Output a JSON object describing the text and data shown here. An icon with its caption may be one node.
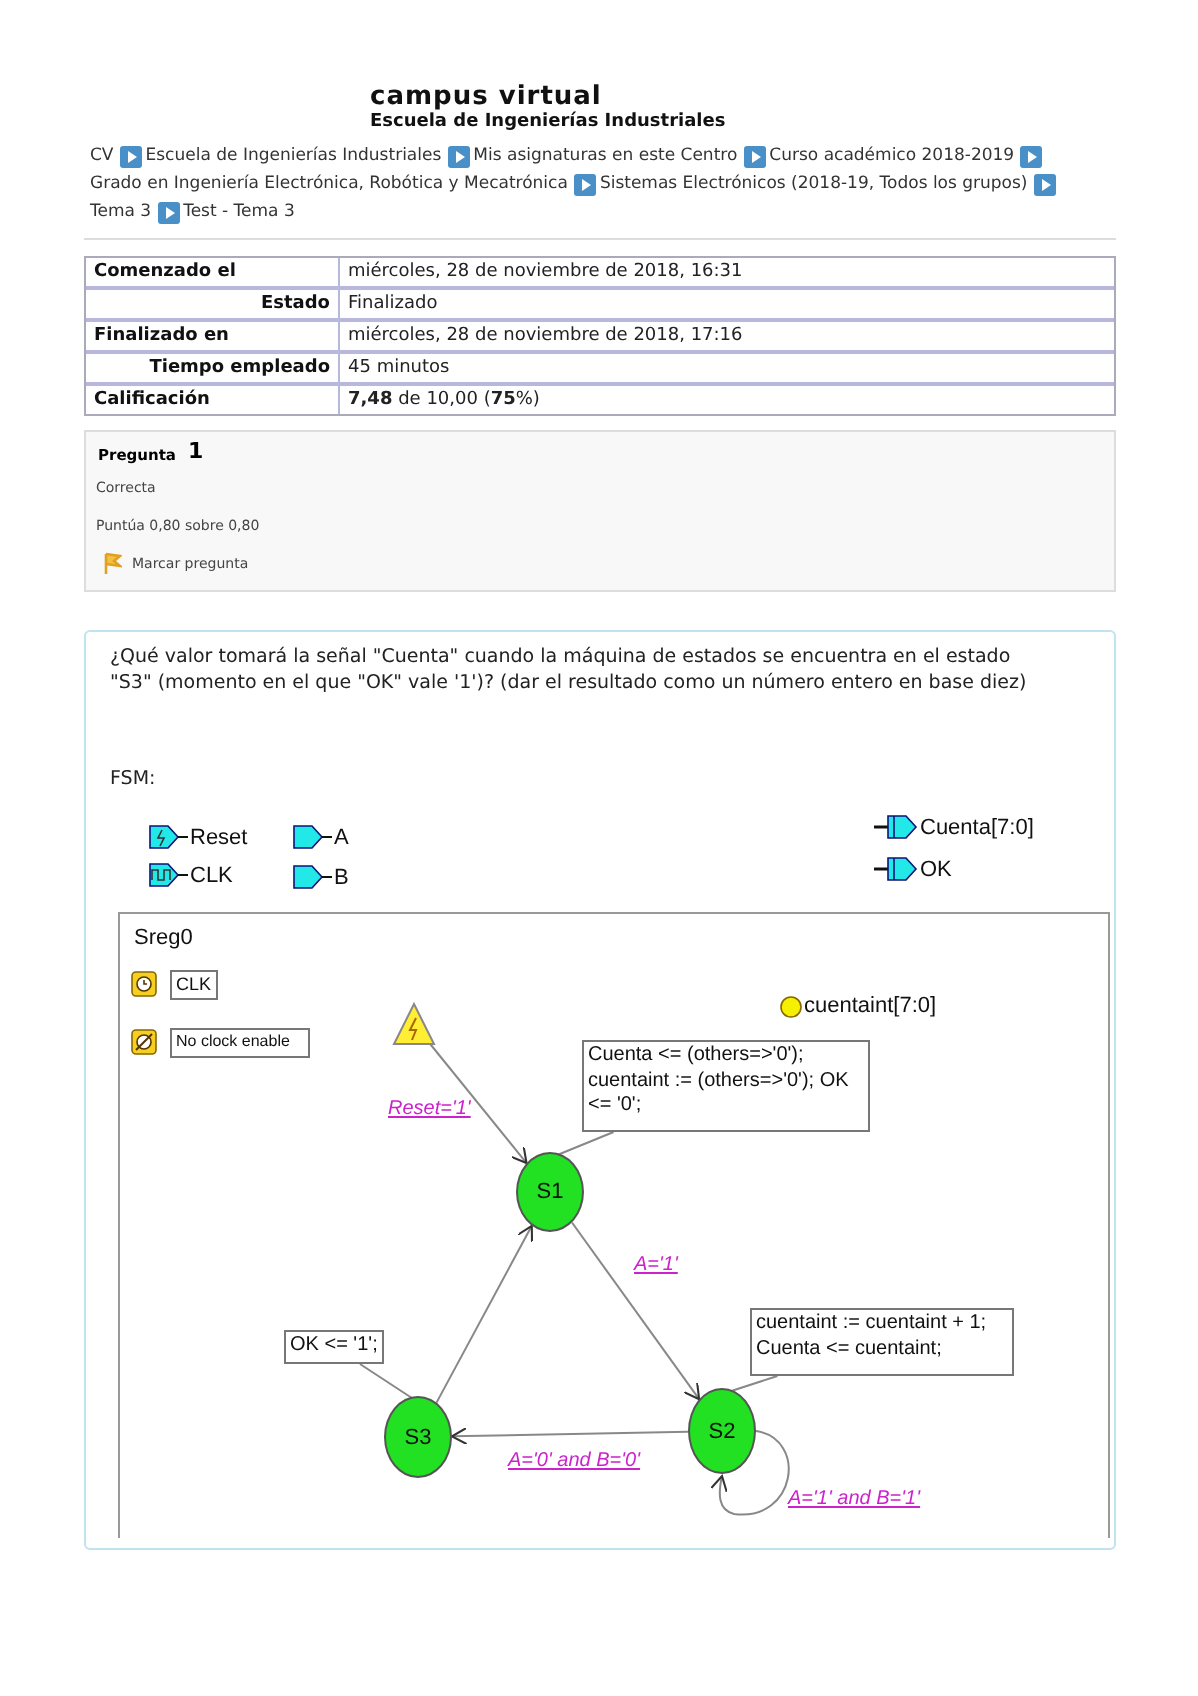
{
  "diagram": {
    "nodes": [
      {
        "text": [
          "Sreg0"
        ]
      },
      {
        "text": [
          "CLK"
        ],
        "in": 0
      },
      {
        "text": [
          "No clock enable"
        ],
        "in": 0
      },
      {
        "text": [],
        "shape": "triangle",
        "in": 0
      },
      {
        "text": [
          "Cuenta <= (others=>'0'); cuentaint := (others=>'0'); OK <= '0';"
        ],
        "in": 0
      },
      {
        "text": [
          "S1"
        ],
        "in": 0
      },
      {
        "text": [
          "cuentaint := cuentaint + 1; Cuenta <= cuentaint;"
        ],
        "in": 0
      },
      {
        "text": [
          "S2"
        ],
        "in": 0
      },
      {
        "text": [
          "OK <= '1';"
        ],
        "in": 0
      },
      {
        "text": [
          "S3"
        ],
        "in": 0
      }
    ],
    "edges": [
      {
        "from": 3,
        "to": 5,
        "arrow": "to",
        "label": "Reset='1'"
      },
      {
        "from": 5,
        "to": 7,
        "arrow": "to",
        "label": "A='1'"
      },
      {
        "from": 7,
        "to": 9,
        "arrow": "to",
        "label": "A='0' and B='0'"
      },
      {
        "from": 9,
        "to": 5,
        "arrow": "to"
      },
      {
        "from": 7,
        "to": 7,
        "arrow": "to",
        "label": "A='1' and B='1'"
      },
      {
        "from": 4,
        "to": 5,
        "arrow": "other"
      },
      {
        "from": 6,
        "to": 7,
        "arrow": "other"
      },
      {
        "from": 8,
        "to": 9,
        "arrow": "other"
      }
    ],
    "labels": [
      "campus virtual",
      "Escuela de Ingenierías Industriales",
      "CV",
      "Escuela de Ingenierías Industriales",
      "Mis asignaturas en este Centro",
      "Curso académico 2018-2019",
      "Grado en Ingeniería Electrónica, Robótica y Mecatrónica",
      "Sistemas Electrónicos (2018-19, Todos los grupos)",
      "Tema 3",
      "Test - Tema 3",
      "Comenzado el",
      "miércoles, 28 de noviembre de 2018, 16:31",
      "Estado",
      "Finalizado",
      "Finalizado en",
      "miércoles, 28 de noviembre de 2018, 17:16",
      "Tiempo empleado",
      "45 minutos",
      "Calificación",
      "**7,48** de 10,00 (**75**%)",
      "Pregunta",
      "1",
      "Correcta",
      "Puntúa 0,80 sobre 0,80",
      "Marcar pregunta",
      "¿Qué valor tomará la señal \"Cuenta\" cuando la máquina de estados se encuentra en el estado \"S3\" (momento en el que \"OK\" vale '1')? (dar el resultado como un número entero en base diez)",
      "FSM:",
      "Reset",
      "CLK",
      "A",
      "B",
      "Cuenta[7:0]",
      "OK",
      "cuentaint[7:0]"
    ]
  }
}
